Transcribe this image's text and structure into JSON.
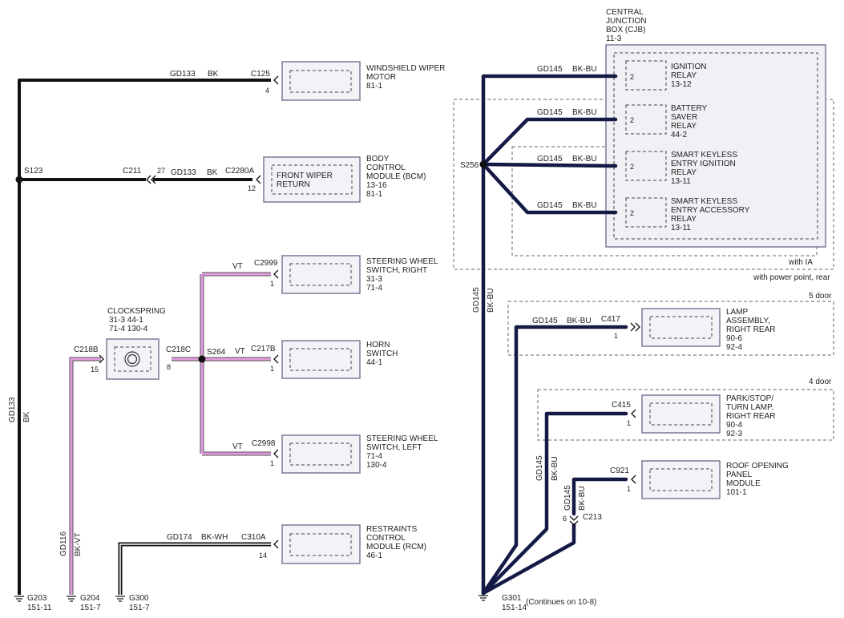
{
  "title": {
    "line1": "CENTRAL",
    "line2": "JUNCTION",
    "line3": "BOX (CJB)",
    "page": "11-3"
  },
  "components": {
    "wiper_motor": {
      "l1": "WINDSHIELD WIPER",
      "l2": "MOTOR",
      "ref": "81-1"
    },
    "bcm": {
      "l1": "BODY",
      "l2": "CONTROL",
      "l3": "MODULE (BCM)",
      "ref1": "13-16",
      "ref2": "81-1",
      "inner1": "FRONT WIPER",
      "inner2": "RETURN"
    },
    "swr": {
      "l1": "STEERING WHEEL",
      "l2": "SWITCH, RIGHT",
      "ref1": "31-3",
      "ref2": "71-4"
    },
    "horn": {
      "l1": "HORN",
      "l2": "SWITCH",
      "ref": "44-1"
    },
    "swl": {
      "l1": "STEERING WHEEL",
      "l2": "SWITCH, LEFT",
      "ref1": "71-4",
      "ref2": "130-4"
    },
    "rcm": {
      "l1": "RESTRAINTS",
      "l2": "CONTROL",
      "l3": "MODULE (RCM)",
      "ref": "46-1"
    },
    "clockspring": {
      "name": "CLOCKSPRING",
      "r1": "31-3   44-1",
      "r2": "71-4   130-4"
    },
    "ign_relay": {
      "l1": "IGNITION",
      "l2": "RELAY",
      "ref": "13-12"
    },
    "bat_relay": {
      "l1": "BATTERY",
      "l2": "SAVER",
      "l3": "RELAY",
      "ref": "44-2"
    },
    "ske_ign": {
      "l1": "SMART KEYLESS",
      "l2": "ENTRY IGNITION",
      "l3": "RELAY",
      "ref": "13-11"
    },
    "ske_acc": {
      "l1": "SMART KEYLESS",
      "l2": "ENTRY ACCESSORY",
      "l3": "RELAY",
      "ref": "13-11"
    },
    "lamp_rr": {
      "l1": "LAMP",
      "l2": "ASSEMBLY,",
      "l3": "RIGHT REAR",
      "ref1": "90-6",
      "ref2": "92-4"
    },
    "park_lamp": {
      "l1": "PARK/STOP/",
      "l2": "TURN LAMP,",
      "l3": "RIGHT REAR",
      "ref1": "90-4",
      "ref2": "92-3"
    },
    "roof": {
      "l1": "ROOF OPENING",
      "l2": "PANEL",
      "l3": "MODULE",
      "ref": "101-1"
    }
  },
  "connectors": {
    "c125": "C125",
    "c211": "C211",
    "c2280a": "C2280A",
    "c2999": "C2999",
    "c217b": "C217B",
    "c2998": "C2998",
    "c218b": "C218B",
    "c218c": "C218C",
    "c310a": "C310A",
    "c417": "C417",
    "c415": "C415",
    "c921": "C921",
    "c213": "C213"
  },
  "pins": {
    "p4": "4",
    "p27": "27",
    "p12": "12",
    "p1": "1",
    "p15": "15",
    "p8": "8",
    "p14": "14",
    "p2": "2",
    "p6": "6"
  },
  "splices": {
    "s123": "S123",
    "s264": "S264",
    "s256": "S256"
  },
  "circuits": {
    "gd133": "GD133",
    "gd145": "GD145",
    "gd116": "GD116",
    "gd174": "GD174",
    "bk": "BK",
    "bkbu": "BK-BU",
    "vt": "VT",
    "bkvt": "BK-VT",
    "bkwh": "BK-WH"
  },
  "grounds": {
    "g203": "G203",
    "g203_ref": "151-11",
    "g204": "G204",
    "g204_ref": "151-7",
    "g300": "G300",
    "g300_ref": "151-7",
    "g301": "G301",
    "g301_ref": "151-14"
  },
  "notes": {
    "continues": "(Continues on 10-8)",
    "with_ia": "with IA",
    "with_power_point": "with power point, rear",
    "five_door": "5 door",
    "four_door": "4 door"
  },
  "colors": {
    "black_wire": "#111111",
    "black_blue_wire": "#141a45",
    "violet_wire": "#e39be0",
    "component_fill": "#f3f3f7",
    "component_border": "#7a7a99"
  }
}
